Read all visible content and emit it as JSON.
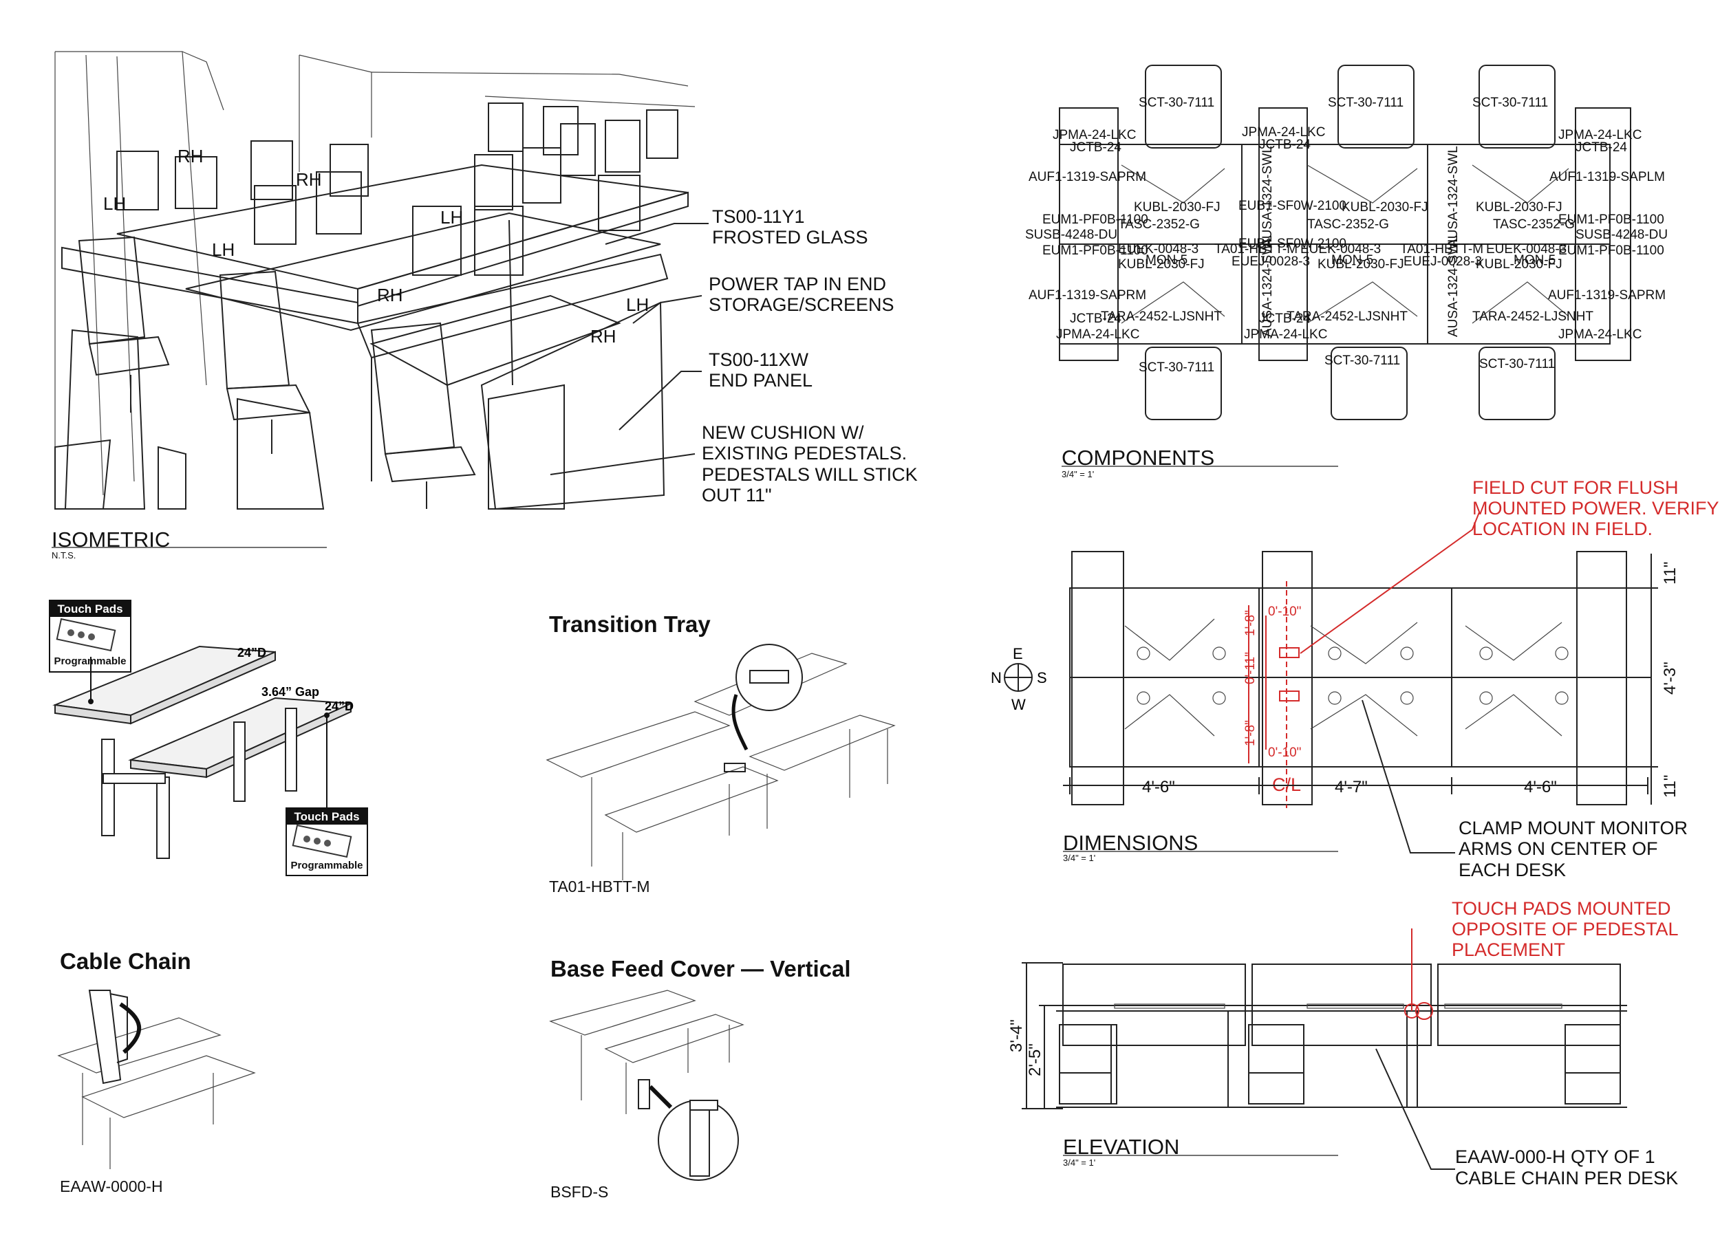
{
  "isometric": {
    "title": "ISOMETRIC",
    "scale": "N.T.S.",
    "hand_labels": [
      "RH",
      "RH",
      "LH",
      "LH",
      "LH",
      "RH",
      "LH",
      "RH"
    ],
    "callouts": [
      {
        "lines": [
          "TS00-11Y1",
          "FROSTED GLASS"
        ]
      },
      {
        "lines": [
          "POWER TAP IN END",
          "STORAGE/SCREENS"
        ]
      },
      {
        "lines": [
          "TS00-11XW",
          "END PANEL"
        ]
      },
      {
        "lines": [
          "NEW CUSHION W/",
          "EXISTING PEDESTALS.",
          "PEDESTALS WILL STICK",
          "OUT 11\""
        ]
      }
    ]
  },
  "desk_diagram": {
    "badge_title": "Touch Pads",
    "badge_sub": "Programmable",
    "depth_top": "24”D",
    "gap": "3.64” Gap",
    "depth_bottom": "24”D"
  },
  "transition_tray": {
    "heading": "Transition Tray",
    "code": "TA01-HBTT-M"
  },
  "cable_chain": {
    "heading": "Cable Chain",
    "code": "EAAW-0000-H"
  },
  "base_feed": {
    "heading": "Base Feed Cover — Vertical",
    "code": "BSFD-S"
  },
  "components": {
    "title": "COMPONENTS",
    "scale": "3/4\" = 1'",
    "labels": {
      "sct": "SCT-30-7111",
      "jpma": "JPMA-24-LKC",
      "jctb": "JCTB-24",
      "auf": "AUF1-1319-SAPRM",
      "auf_r": "AUF1-1319-SAPLM",
      "kubl_fj": "KUBL-2030-FJ",
      "kubl_fj2": "KUBL-2030-FJ",
      "eub": "EUB1-SF0W-2100",
      "tasc": "TASC-2352-G",
      "eum_l": "EUM1-PF0B-1100",
      "susb": "SUSB-4248-DU",
      "euek": "EUEK-0048-3",
      "ta01": "TA01-HBTT-M",
      "mon": "MON-5",
      "kubl_fu": "KUBL-2030-FJ",
      "eufj": "EUEJ-0028-3",
      "tara": "TARA-2452-LJSNHT",
      "ausa": "AUSA-1324-SWL"
    }
  },
  "dimensions": {
    "title": "DIMENSIONS",
    "scale": "3/4\" = 1'",
    "note": [
      "FIELD CUT FOR FLUSH",
      "MOUNTED POWER. VERIFY",
      "LOCATION IN FIELD."
    ],
    "clamp_note": [
      "CLAMP MOUNT MONITOR",
      "ARMS ON CENTER OF",
      "EACH DESK"
    ],
    "widths": [
      "4'-6\"",
      "4'-7\"",
      "4'-6\""
    ],
    "depth": "4'-3\"",
    "end_top": "11\"",
    "end_bottom": "11\"",
    "red_dims": [
      "0'-10\"",
      "1'-8\"",
      "0'-11\"",
      "1'-8\"",
      "0'-10\""
    ],
    "compass": {
      "n": "N",
      "e": "E",
      "s": "S",
      "w": "W"
    },
    "centerline": "C/L"
  },
  "elevation": {
    "title": "ELEVATION",
    "scale": "3/4\" = 1'",
    "touch_note": [
      "TOUCH PADS MOUNTED",
      "OPPOSITE OF PEDESTAL",
      "PLACEMENT"
    ],
    "chain_note": [
      "EAAW-000-H QTY OF 1",
      "CABLE CHAIN PER DESK"
    ],
    "height_outer": "3'-4\"",
    "height_inner": "2'-5\""
  }
}
